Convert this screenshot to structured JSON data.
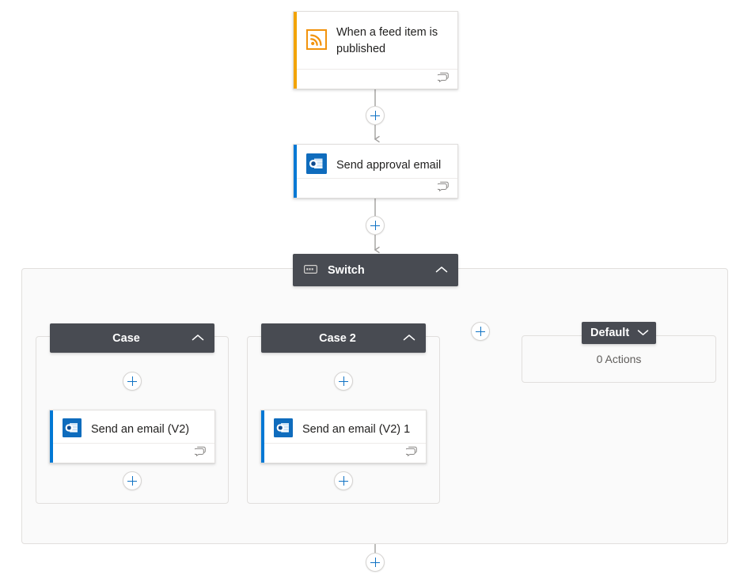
{
  "flow": {
    "trigger": {
      "title": "When a feed item is published",
      "icon": "rss-icon",
      "accent_color": "#f2a300",
      "footer_icon": "comments-icon"
    },
    "action_send_approval": {
      "title": "Send approval email",
      "icon": "outlook-icon",
      "accent_color": "#0078d4",
      "footer_icon": "comments-icon"
    },
    "switch": {
      "label": "Switch",
      "icon": "switch-icon",
      "chevron": "chevron-up-icon",
      "header_bg": "#484b52"
    },
    "cases": [
      {
        "label": "Case",
        "chevron": "chevron-up-icon",
        "action": {
          "title": "Send an email (V2)",
          "icon": "outlook-icon",
          "accent_color": "#0078d4",
          "footer_icon": "comments-icon"
        }
      },
      {
        "label": "Case 2",
        "chevron": "chevron-up-icon",
        "action": {
          "title": "Send an email (V2) 1",
          "icon": "outlook-icon",
          "accent_color": "#0078d4",
          "footer_icon": "comments-icon"
        }
      }
    ],
    "default_case": {
      "label": "Default",
      "chevron": "chevron-down-icon",
      "empty_text": "0 Actions"
    },
    "add_buttons": {
      "after_trigger": "+",
      "after_approval": "+",
      "add_case": "+",
      "case1_before_action": "+",
      "case1_after_action": "+",
      "case2_before_action": "+",
      "case2_after_action": "+",
      "after_switch": "+"
    },
    "colors": {
      "accent_blue": "#0078d4",
      "accent_orange": "#f2a300",
      "header_dark": "#484b52",
      "plus_blue": "#0f72c4",
      "edge_gray": "#a19f9d",
      "border_gray": "#e1dfdd",
      "scope_bg": "#fafafa"
    }
  }
}
